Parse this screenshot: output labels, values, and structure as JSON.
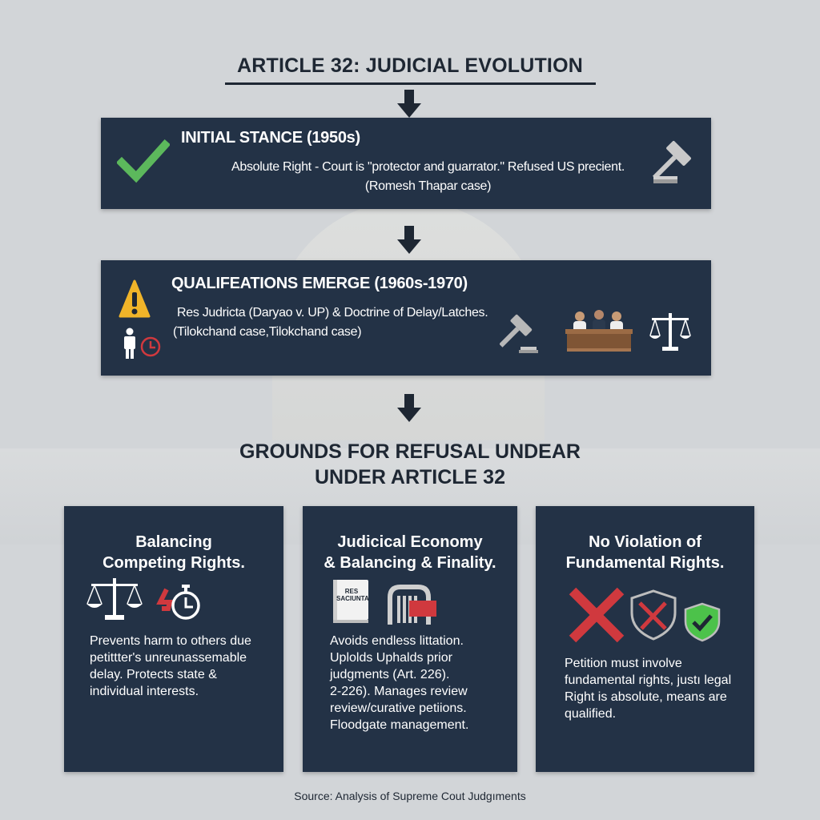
{
  "header": {
    "title": "ARTICLE 32: JUDICIAL EVOLUTION"
  },
  "timeline": [
    {
      "title": "INITIAL STANCE (1950s)",
      "text_line1": "Absolute Right - Court is \"protector and guarrator.\" Refused US precient.",
      "text_line2": "(Romesh Thapar case)",
      "icons": [
        "check-icon",
        "gavel-icon"
      ]
    },
    {
      "title": "QUALIFEATIONS EMERGE (1960s-1970)",
      "text_line1": "Res Judricta (Daryao v. UP) & Doctrine of Delay/Latches.",
      "text_line2": "(Tilokchand case,Tilokchand case)",
      "icons": [
        "warning-icon",
        "person-clock-icon",
        "gavel-icon",
        "judges-bench-icon",
        "scales-icon"
      ]
    }
  ],
  "grounds": {
    "title_line1": "GROUNDS FOR REFUSAL UNDEAR",
    "title_line2": "UNDER ARTICLE 32",
    "cards": [
      {
        "title_line1": "Balancing",
        "title_line2": "Competing Rights.",
        "lines": [
          "Prevents harm to others due",
          "petittter's unreunassemable",
          "delay. Protects state &",
          "individual interests."
        ],
        "icons": [
          "scales-icon",
          "stopwatch-icon"
        ]
      },
      {
        "title_line1": "Judicical Economy",
        "title_line2": "& Balancing & Finality.",
        "book_label_line1": "RES",
        "book_label_line2": "SACIUNTA",
        "lines": [
          "Avoids endless littation.",
          "Uplolds Uphalds prior",
          "judgments (Art. 226).",
          "2-226). Manages review",
          "review/curative petiions.",
          "Floodgate management."
        ],
        "icons": [
          "book-icon",
          "gate-icon"
        ]
      },
      {
        "title_line1": "No Violation of",
        "title_line2": "Fundamental Rights.",
        "lines": [
          "Petition must involve",
          "fundamental rights, justı legal",
          "Right is absolute, means are",
          "qualified."
        ],
        "icons": [
          "x-mark-icon",
          "shield-x-icon",
          "shield-check-icon"
        ]
      }
    ]
  },
  "footer": {
    "source": "Source: Analysis of Supreme Cout Judgıments"
  },
  "colors": {
    "background": "#d2d5d8",
    "panel": "#233246",
    "text_dark": "#1e2733",
    "check_green": "#5cb85c",
    "warning_yellow": "#f0b429",
    "alert_red": "#d0393e"
  }
}
